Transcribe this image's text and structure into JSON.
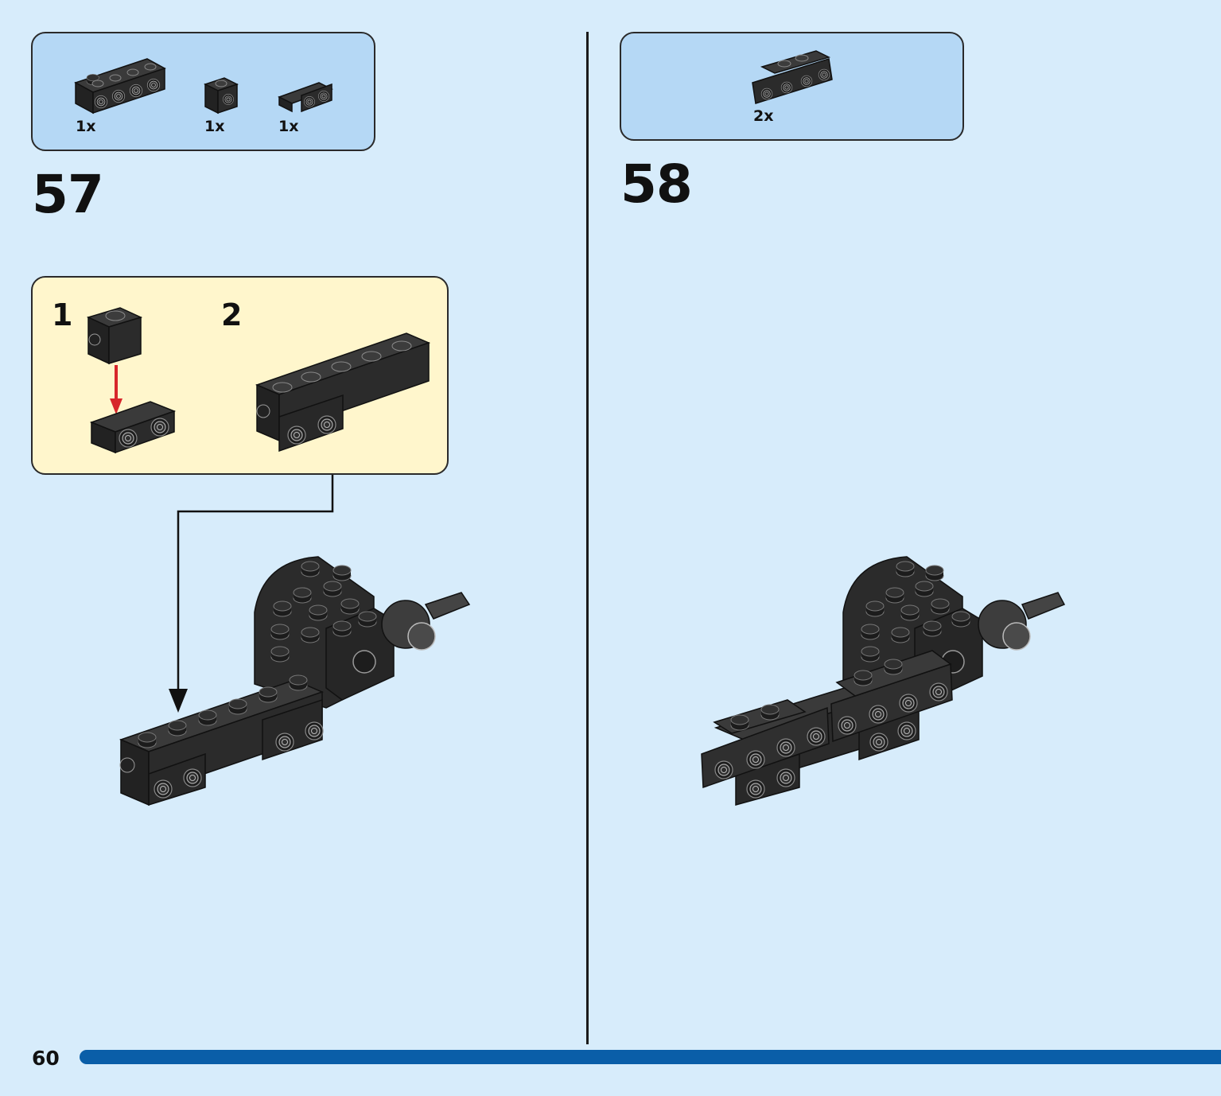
{
  "page": {
    "number": "60"
  },
  "steps": [
    {
      "number": "57",
      "parts": [
        {
          "name": "brick-1x4-side-studs",
          "qty": "1x"
        },
        {
          "name": "brick-1x1-side-stud",
          "qty": "1x"
        },
        {
          "name": "bracket-1x2",
          "qty": "1x"
        }
      ],
      "substeps": [
        {
          "number": "1"
        },
        {
          "number": "2"
        }
      ]
    },
    {
      "number": "58",
      "parts": [
        {
          "name": "bracket-1x2-2x4",
          "qty": "2x"
        }
      ]
    }
  ],
  "colors": {
    "background": "#d7ecfb",
    "parts_box": "#b5d8f5",
    "substep_box": "#fff6cc",
    "brick": "#2b2b2b",
    "arrow_red": "#d7262b",
    "bar": "#0a5ea8"
  }
}
